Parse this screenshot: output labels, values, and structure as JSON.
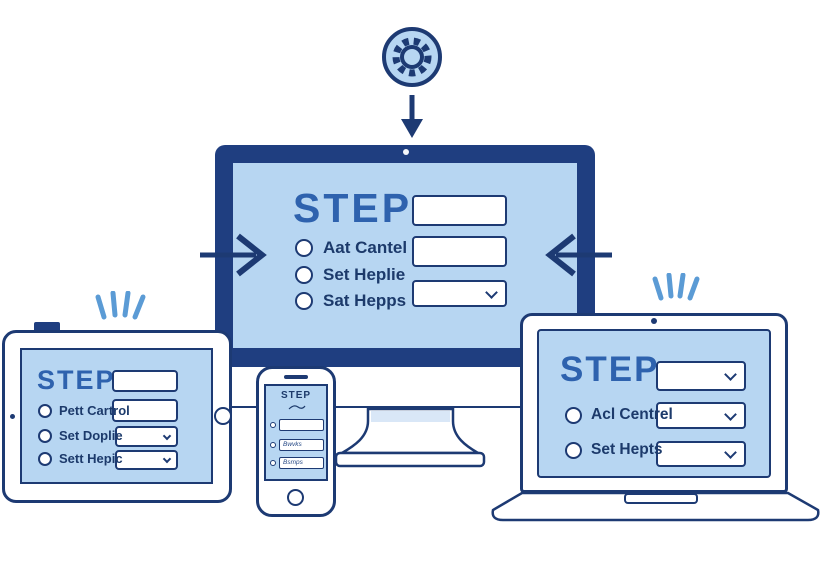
{
  "illustration_title": "Responsive STEP form on multiple devices",
  "colors": {
    "background": "#ffffff",
    "outline_navy": "#1d3a73",
    "bezel_navy": "#1f3e80",
    "screen_blue": "#b7d6f2",
    "title_blue": "#2e62ae",
    "label_navy": "#1c3a6b",
    "sparkle_blue": "#5b9bd5",
    "field_white": "#ffffff"
  },
  "monitor": {
    "title": "STEP:",
    "rows": [
      {
        "label": "Aat Cantel"
      },
      {
        "label": "Set Heplie"
      },
      {
        "label": "Sat Hepps"
      }
    ],
    "fields": [
      {
        "type": "input",
        "value": ""
      },
      {
        "type": "input",
        "value": ""
      },
      {
        "type": "dropdown",
        "value": ""
      }
    ]
  },
  "tablet": {
    "title": "STEP·",
    "rows": [
      {
        "label": "Pett Cartrol"
      },
      {
        "label": "Set Doplie"
      },
      {
        "label": "Sett Hepic"
      }
    ],
    "fields": [
      {
        "type": "input",
        "value": ""
      },
      {
        "type": "input",
        "value": ""
      },
      {
        "type": "dropdown",
        "value": ""
      },
      {
        "type": "dropdown",
        "value": ""
      }
    ]
  },
  "phone": {
    "title": "STEP",
    "fields": [
      {
        "type": "input",
        "value": ""
      },
      {
        "type": "input",
        "value": "Bwvks"
      },
      {
        "type": "input",
        "value": "Bsmps"
      }
    ]
  },
  "laptop": {
    "title": "STEP·",
    "rows": [
      {
        "label": "Acl Centrel"
      },
      {
        "label": "Set Hepts"
      }
    ],
    "fields": [
      {
        "type": "dropdown",
        "value": ""
      },
      {
        "type": "dropdown",
        "value": ""
      },
      {
        "type": "dropdown",
        "value": ""
      }
    ]
  }
}
